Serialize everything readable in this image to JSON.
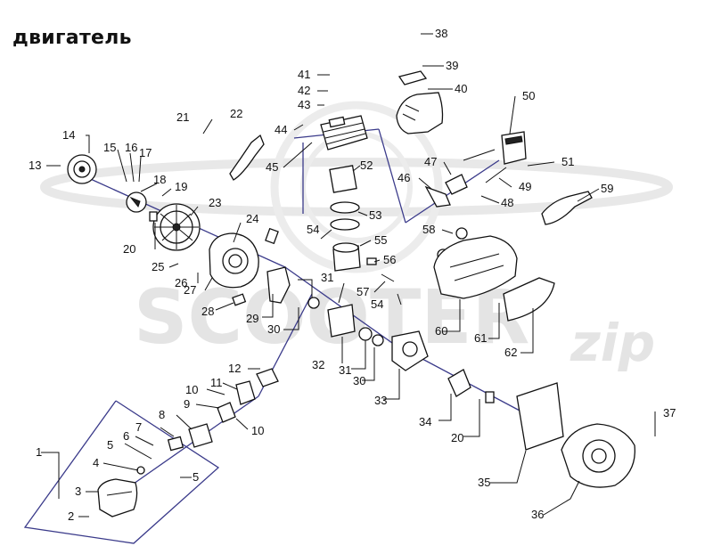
{
  "title": "двигатель",
  "watermark": {
    "brand": "SCOOTER",
    "script": "zip"
  },
  "accent_colors": {
    "axis_line": "#3a3a8a",
    "ink": "#111111",
    "watermark": "#e4e4e4"
  },
  "labels": [
    "1",
    "2",
    "3",
    "4",
    "5",
    "5",
    "6",
    "7",
    "8",
    "9",
    "10",
    "10",
    "11",
    "12",
    "13",
    "14",
    "15",
    "16",
    "17",
    "18",
    "19",
    "20",
    "20",
    "21",
    "22",
    "23",
    "24",
    "25",
    "26",
    "27",
    "28",
    "29",
    "30",
    "30",
    "31",
    "31",
    "32",
    "33",
    "34",
    "35",
    "36",
    "37",
    "38",
    "39",
    "40",
    "41",
    "42",
    "43",
    "44",
    "45",
    "46",
    "47",
    "48",
    "49",
    "50",
    "51",
    "52",
    "53",
    "54",
    "54",
    "55",
    "56",
    "57",
    "58",
    "59",
    "60",
    "61",
    "62"
  ]
}
